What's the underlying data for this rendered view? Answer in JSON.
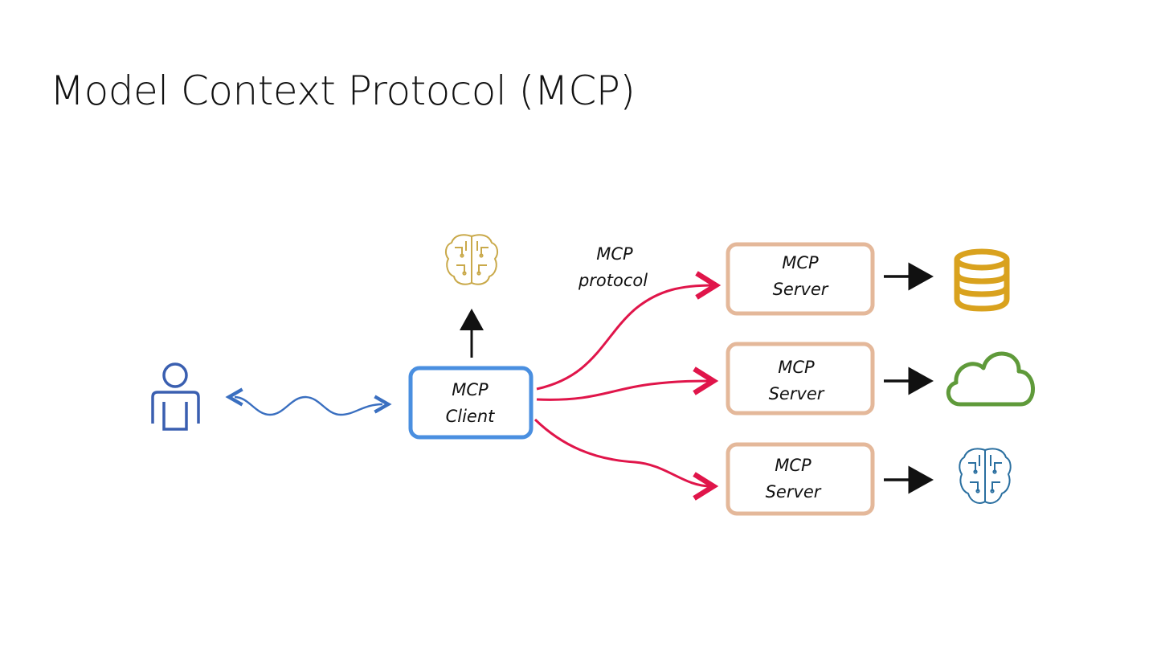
{
  "title": "Model Context Protocol (MCP)",
  "diagram": {
    "protocol_label": {
      "line1": "MCP",
      "line2": "protocol"
    },
    "client": {
      "line1": "MCP",
      "line2": "Client"
    },
    "servers": [
      {
        "line1": "MCP",
        "line2": "Server",
        "resource_icon": "database-icon"
      },
      {
        "line1": "MCP",
        "line2": "Server",
        "resource_icon": "cloud-icon"
      },
      {
        "line1": "MCP",
        "line2": "Server",
        "resource_icon": "brain-icon"
      }
    ],
    "user_icon": "person-icon",
    "model_icon": "brain-icon"
  },
  "colors": {
    "client_border": "#4a8fe0",
    "server_border": "#e4b89a",
    "protocol_arrows": "#e0154a",
    "user": "#3a5fb0",
    "database": "#d9a21e",
    "cloud": "#5f9a3a",
    "model_brain": "#c9a94a",
    "resource_brain": "#2a6fa0"
  }
}
